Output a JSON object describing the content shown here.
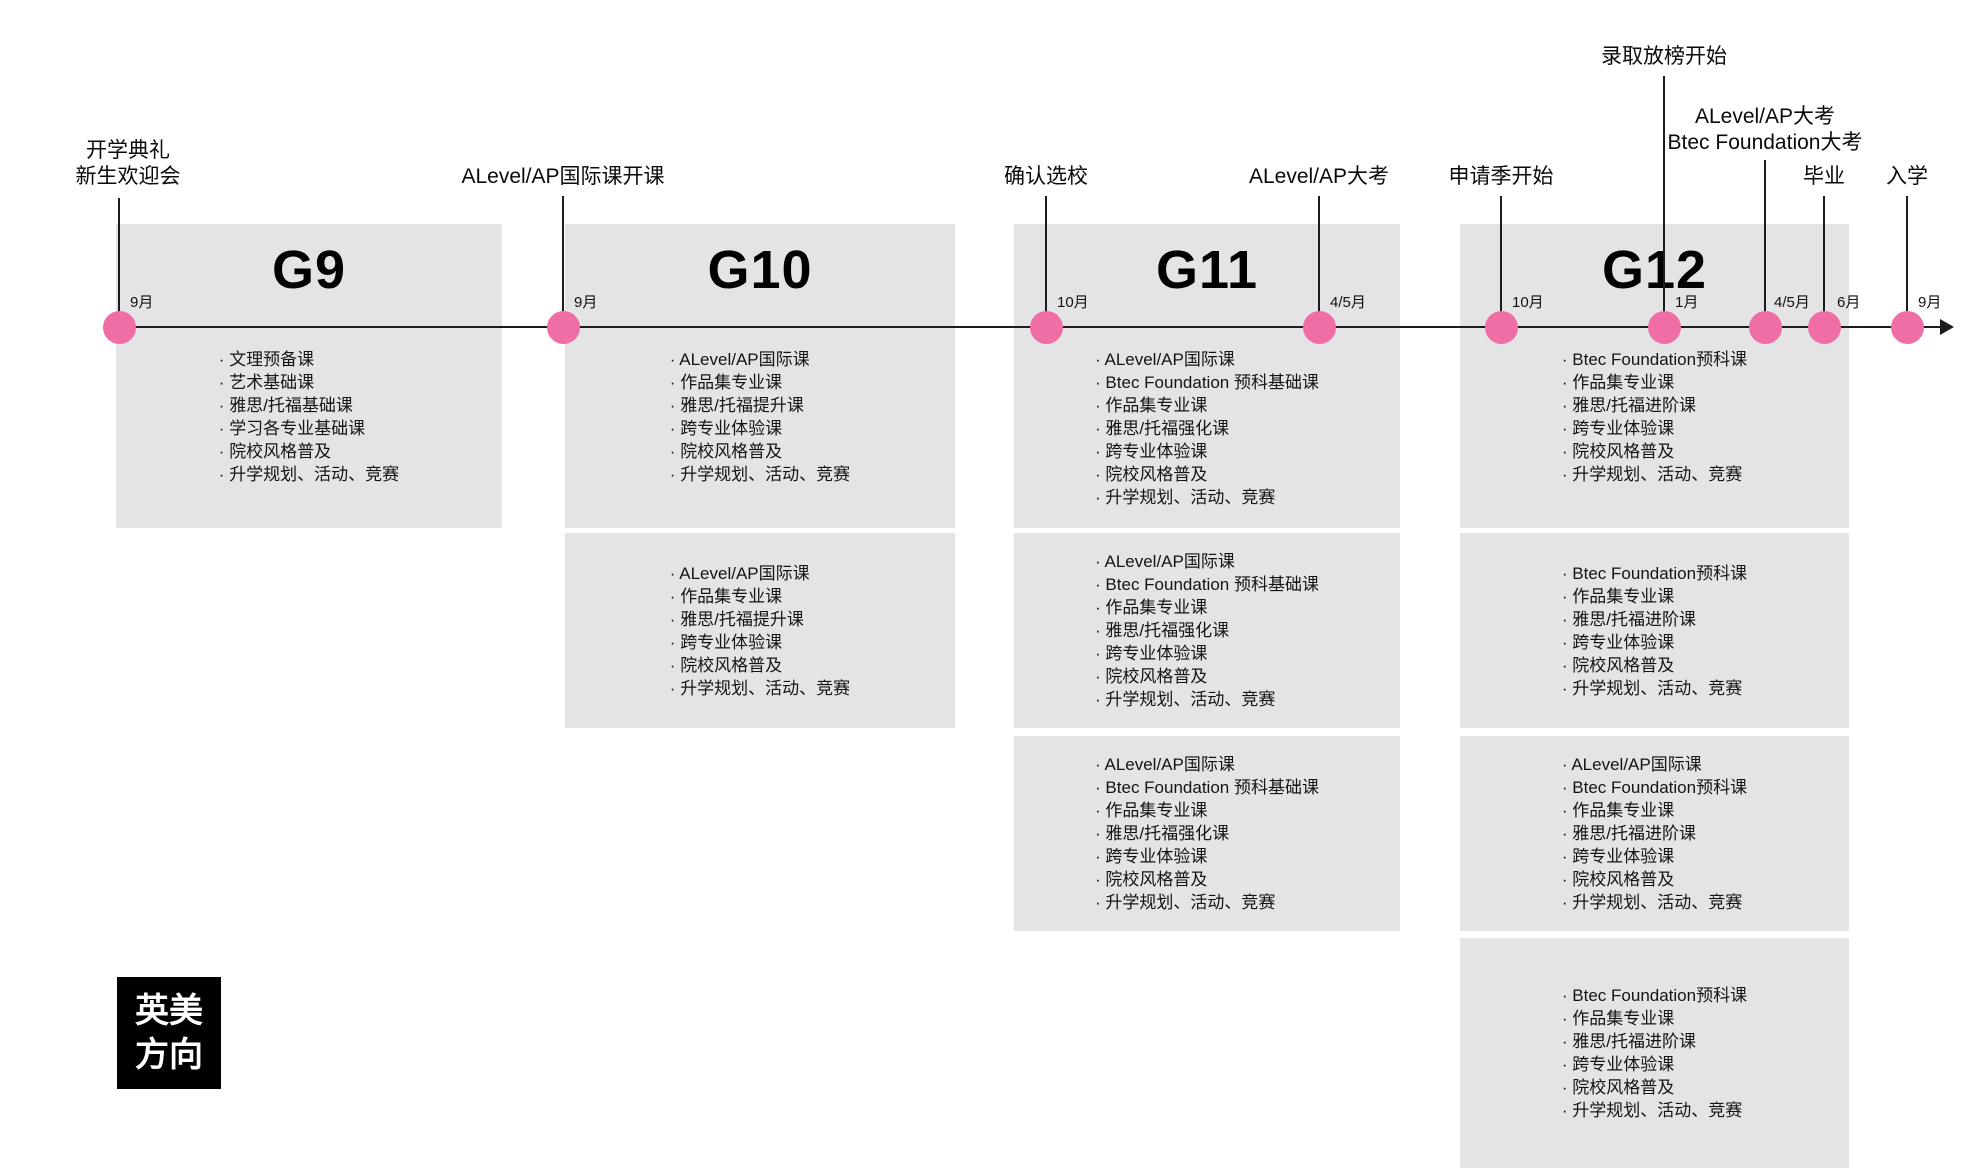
{
  "colors": {
    "accent_pink": "#ef6ea6",
    "box_gray": "#e4e4e4",
    "line_black": "#1c1c1c"
  },
  "badge": {
    "line1": "英美",
    "line2": "方向"
  },
  "milestones": [
    {
      "label": "开学典礼",
      "label2": "新生欢迎会",
      "month": "9月"
    },
    {
      "label": "ALevel/AP国际课开课",
      "month": "9月"
    },
    {
      "label": "确认选校",
      "month": "10月"
    },
    {
      "label": "ALevel/AP大考",
      "month": "4/5月"
    },
    {
      "label": "申请季开始",
      "month": "10月"
    },
    {
      "label": "录取放榜开始",
      "month": "1月"
    },
    {
      "label": "ALevel/AP大考",
      "label2": "Btec Foundation大考",
      "month": "4/5月"
    },
    {
      "label": "毕业",
      "month": "6月"
    },
    {
      "label": "入学",
      "month": "9月"
    }
  ],
  "grades": [
    {
      "title": "G9",
      "boxes": [
        {
          "items": [
            "文理预备课",
            "艺术基础课",
            "雅思/托福基础课",
            "学习各专业基础课",
            "院校风格普及",
            "升学规划、活动、竞赛"
          ]
        }
      ]
    },
    {
      "title": "G10",
      "boxes": [
        {
          "items": [
            "ALevel/AP国际课",
            "作品集专业课",
            "雅思/托福提升课",
            "跨专业体验课",
            "院校风格普及",
            "升学规划、活动、竞赛"
          ]
        },
        {
          "items": [
            "ALevel/AP国际课",
            "作品集专业课",
            "雅思/托福提升课",
            "跨专业体验课",
            "院校风格普及",
            "升学规划、活动、竞赛"
          ]
        }
      ]
    },
    {
      "title": "G11",
      "boxes": [
        {
          "items": [
            "ALevel/AP国际课",
            "Btec Foundation 预科基础课",
            "作品集专业课",
            "雅思/托福强化课",
            "跨专业体验课",
            "院校风格普及",
            "升学规划、活动、竞赛"
          ]
        },
        {
          "items": [
            "ALevel/AP国际课",
            "Btec Foundation 预科基础课",
            "作品集专业课",
            "雅思/托福强化课",
            "跨专业体验课",
            "院校风格普及",
            "升学规划、活动、竞赛"
          ]
        },
        {
          "items": [
            "ALevel/AP国际课",
            "Btec Foundation 预科基础课",
            "作品集专业课",
            "雅思/托福强化课",
            "跨专业体验课",
            "院校风格普及",
            "升学规划、活动、竞赛"
          ]
        }
      ]
    },
    {
      "title": "G12",
      "boxes": [
        {
          "items": [
            "Btec Foundation预科课",
            "作品集专业课",
            "雅思/托福进阶课",
            "跨专业体验课",
            "院校风格普及",
            "升学规划、活动、竞赛"
          ]
        },
        {
          "items": [
            "Btec Foundation预科课",
            "作品集专业课",
            "雅思/托福进阶课",
            "跨专业体验课",
            "院校风格普及",
            "升学规划、活动、竞赛"
          ]
        },
        {
          "items": [
            "ALevel/AP国际课",
            "Btec Foundation预科课",
            "作品集专业课",
            "雅思/托福进阶课",
            "跨专业体验课",
            "院校风格普及",
            "升学规划、活动、竞赛"
          ]
        },
        {
          "items": [
            "Btec Foundation预科课",
            "作品集专业课",
            "雅思/托福进阶课",
            "跨专业体验课",
            "院校风格普及",
            "升学规划、活动、竞赛"
          ]
        }
      ]
    }
  ]
}
